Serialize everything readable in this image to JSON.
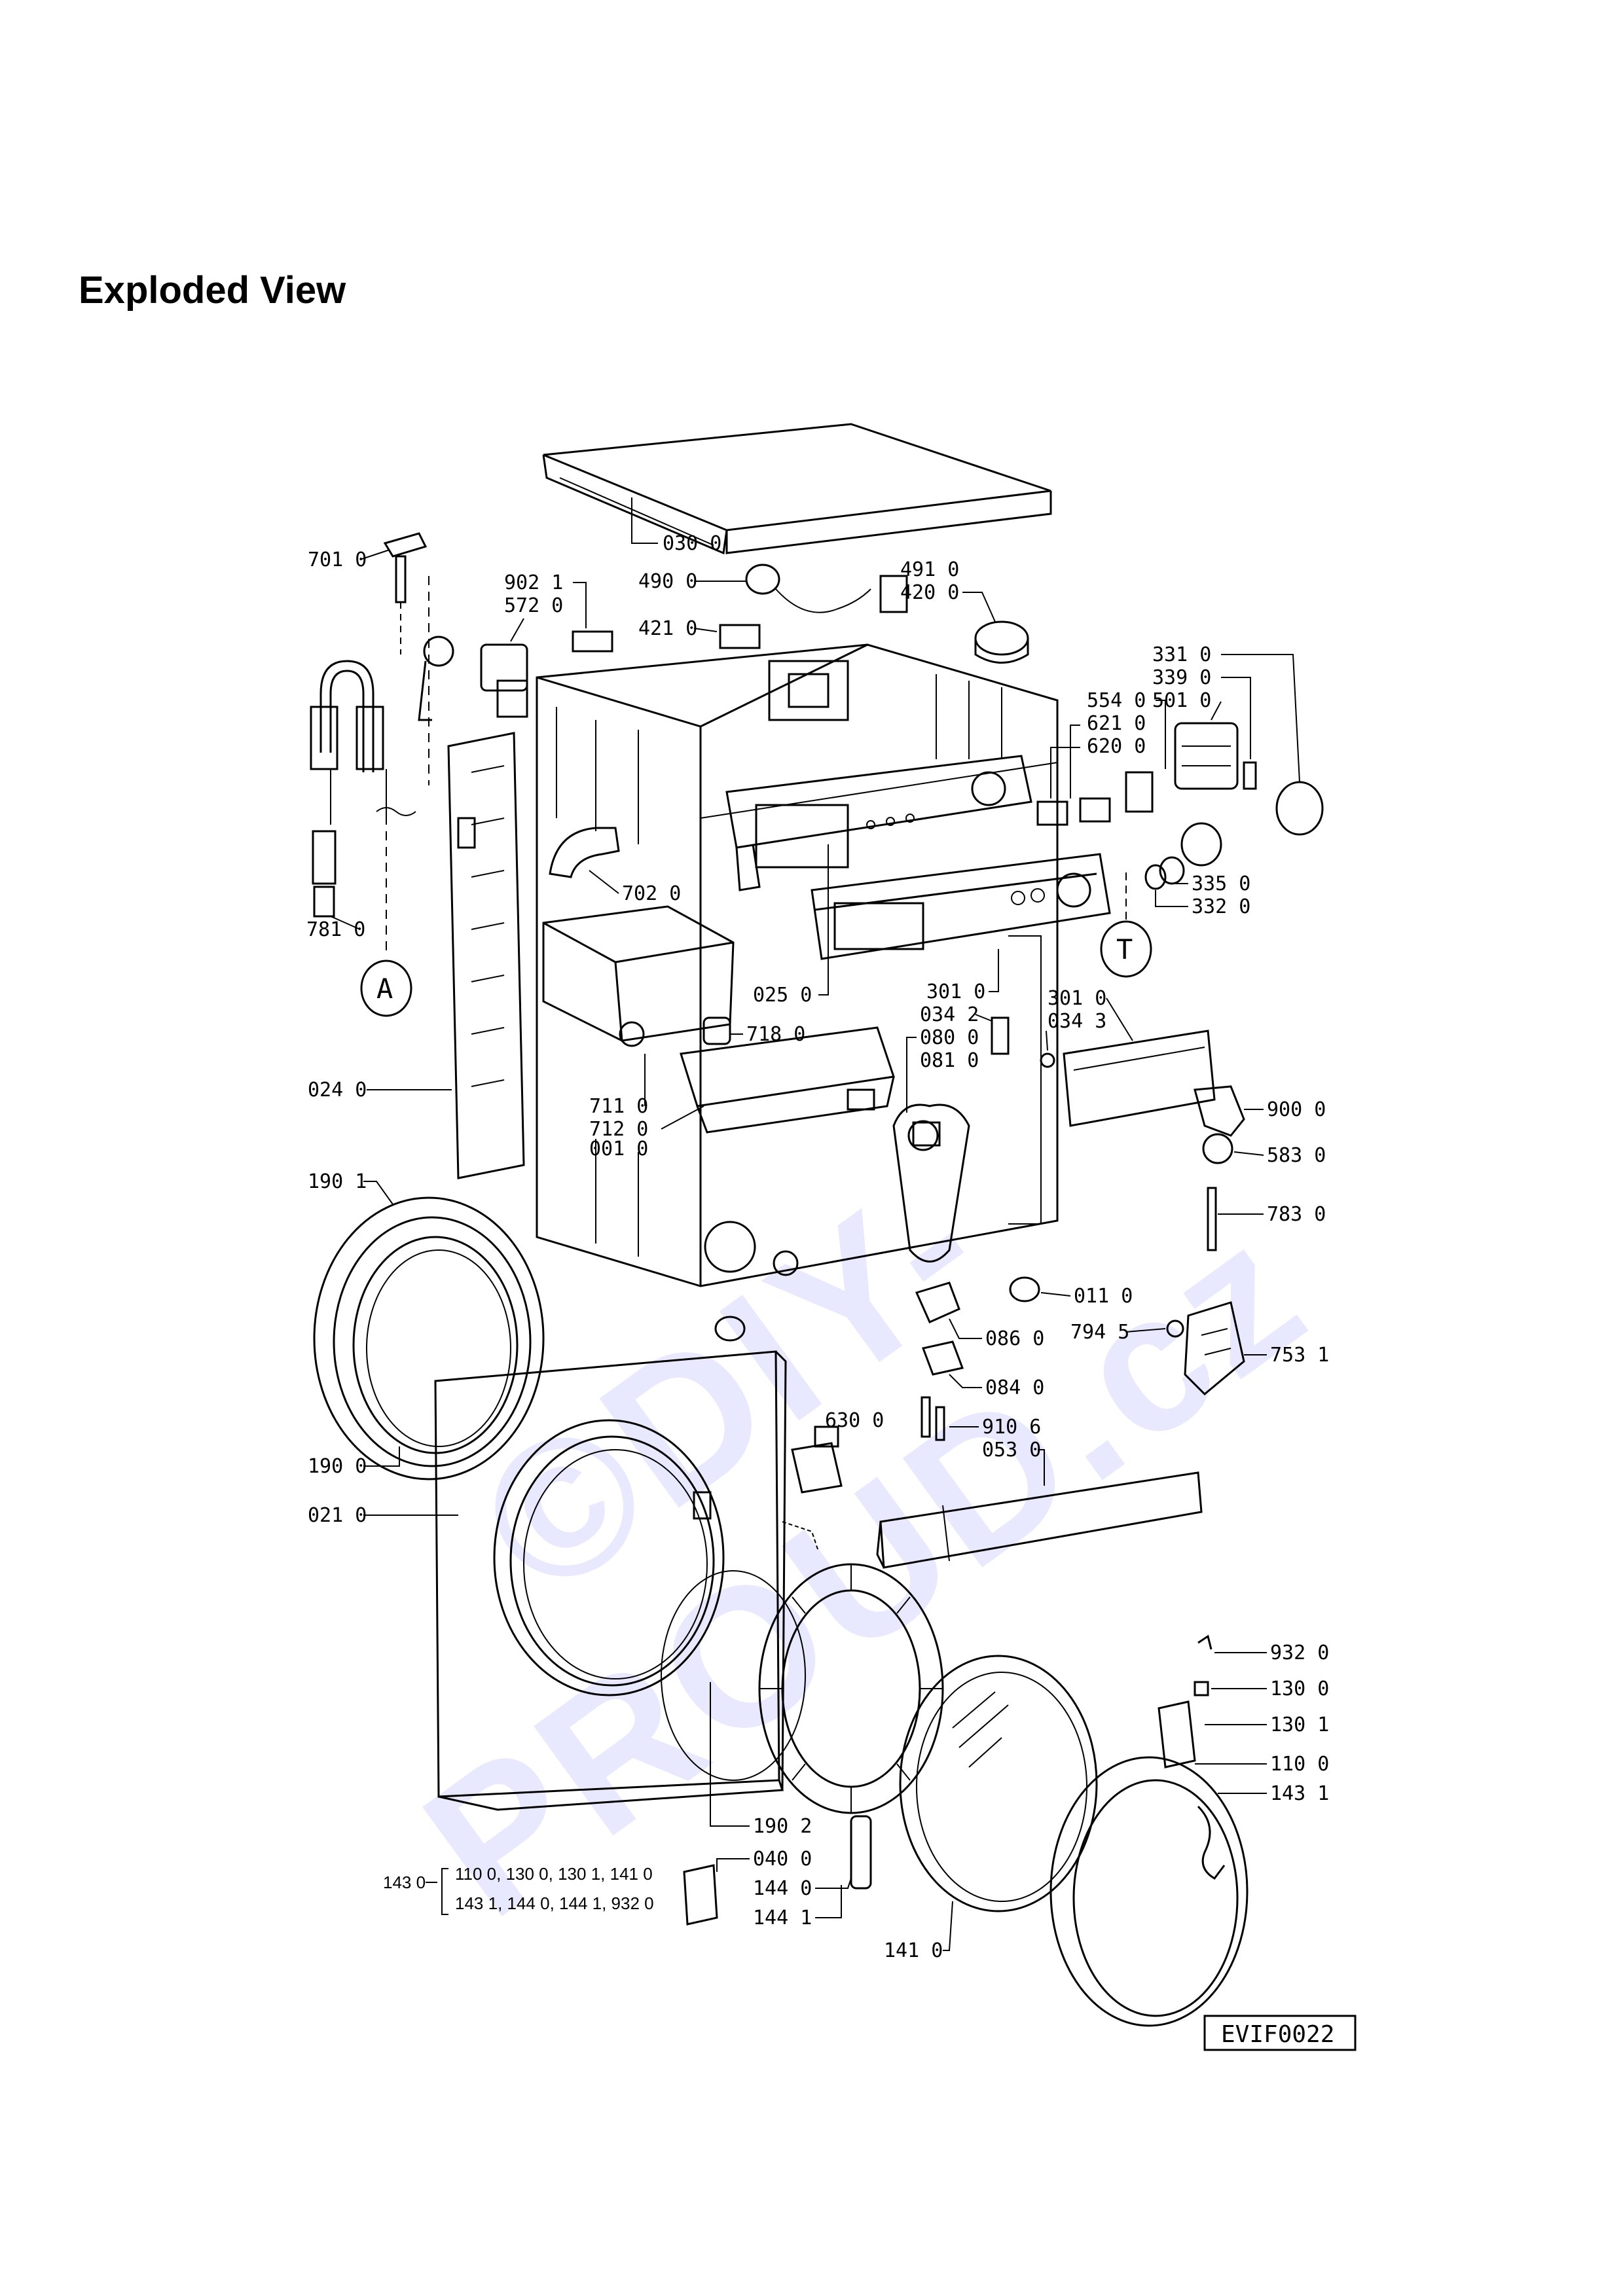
{
  "heading": "Exploded View",
  "watermark": "©DIY-PROUD.cz",
  "drawing_code": "EVIF0022",
  "markers": {
    "a": "A",
    "t": "T"
  },
  "labels": {
    "l0300": "030 0",
    "l7010": "701 0",
    "l4900": "490 0",
    "l4910": "491 0",
    "l4200": "420 0",
    "l9021": "902 1",
    "l5720": "572 0",
    "l4210": "421 0",
    "l3310": "331 0",
    "l3390": "339 0",
    "l5010": "501 0",
    "l5540": "554 0",
    "l6210": "621 0",
    "l6200": "620 0",
    "l7020": "702 0",
    "l3350": "335 0",
    "l3320": "332 0",
    "l7810": "781 0",
    "l0250": "025 0",
    "l3010a": "301 0",
    "l3010b": "301 0",
    "l3432": "034 2",
    "l3433": "034 3",
    "l7180": "718 0",
    "l0800": "080 0",
    "l0810": "081 0",
    "l7110": "711 0",
    "l7120": "712 0",
    "l0010": "001 0",
    "l0240": "024 0",
    "l9000": "900 0",
    "l5830": "583 0",
    "l1901": "190 1",
    "l7830": "783 0",
    "l0110": "011 0",
    "l7945": "794 5",
    "l7531": "753 1",
    "l0860": "086 0",
    "l0840": "084 0",
    "l6300": "630 0",
    "l9106": "910 6",
    "l0530": "053 0",
    "l1900": "190 0",
    "l0210": "021 0",
    "l9320": "932 0",
    "l1300": "130 0",
    "l1301": "130 1",
    "l1100": "110 0",
    "l1431": "143 1",
    "l1902": "190 2",
    "l0400": "040 0",
    "l1440": "144 0",
    "l1441": "144 1",
    "l1410": "141 0",
    "l1430": "143 0",
    "kit_line1": "110 0, 130 0, 130 1, 141 0",
    "kit_line2": "143 1, 144 0, 144 1, 932 0"
  }
}
